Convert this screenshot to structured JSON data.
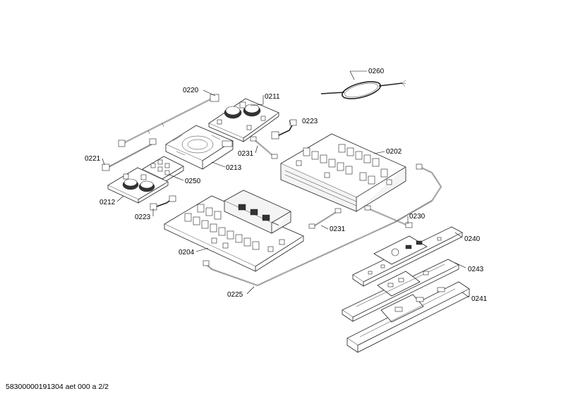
{
  "labels": {
    "p0260": "0260",
    "p0220": "0220",
    "p0211": "0211",
    "p0223a": "0223",
    "p0231a": "0231",
    "p0202": "0202",
    "p0221": "0221",
    "p0213": "0213",
    "p0250": "0250",
    "p0212": "0212",
    "p0223b": "0223",
    "p0231b": "0231",
    "p0230": "0230",
    "p0204": "0204",
    "p0240": "0240",
    "p0243": "0243",
    "p0225": "0225",
    "p0241": "0241"
  },
  "footer": {
    "text": "58300000191304 aet 000 a 2/2"
  }
}
